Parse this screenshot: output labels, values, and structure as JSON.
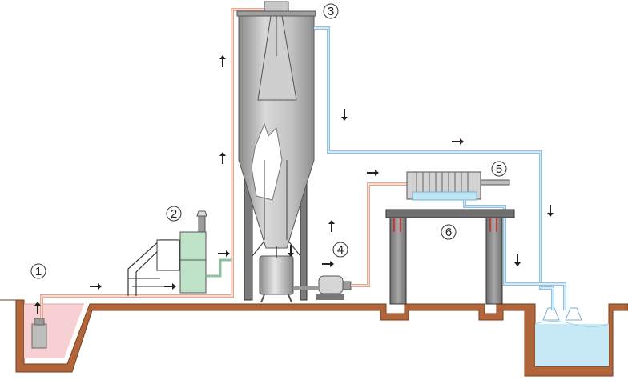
{
  "diagram": {
    "callouts": [
      {
        "id": "1",
        "label": "1"
      },
      {
        "id": "2",
        "label": "2"
      },
      {
        "id": "3",
        "label": "3"
      },
      {
        "id": "4",
        "label": "4"
      },
      {
        "id": "5",
        "label": "5"
      },
      {
        "id": "6",
        "label": "6"
      }
    ],
    "colors": {
      "ground": "#a0522d",
      "ground_light": "#c8a080",
      "inlet_water": "#f4c7c7",
      "outlet_water": "#bfe6f5",
      "pipe_red": "#e8a58f",
      "pipe_blue": "#9cc9e5",
      "steel": "#bdbdbd",
      "steel_dark": "#7d7d7d",
      "concrete": "#8c8c8c",
      "green_tank": "#b8ddc4"
    },
    "icons": [
      "flow-arrow-icon",
      "pump-icon",
      "mixer-icon"
    ]
  }
}
